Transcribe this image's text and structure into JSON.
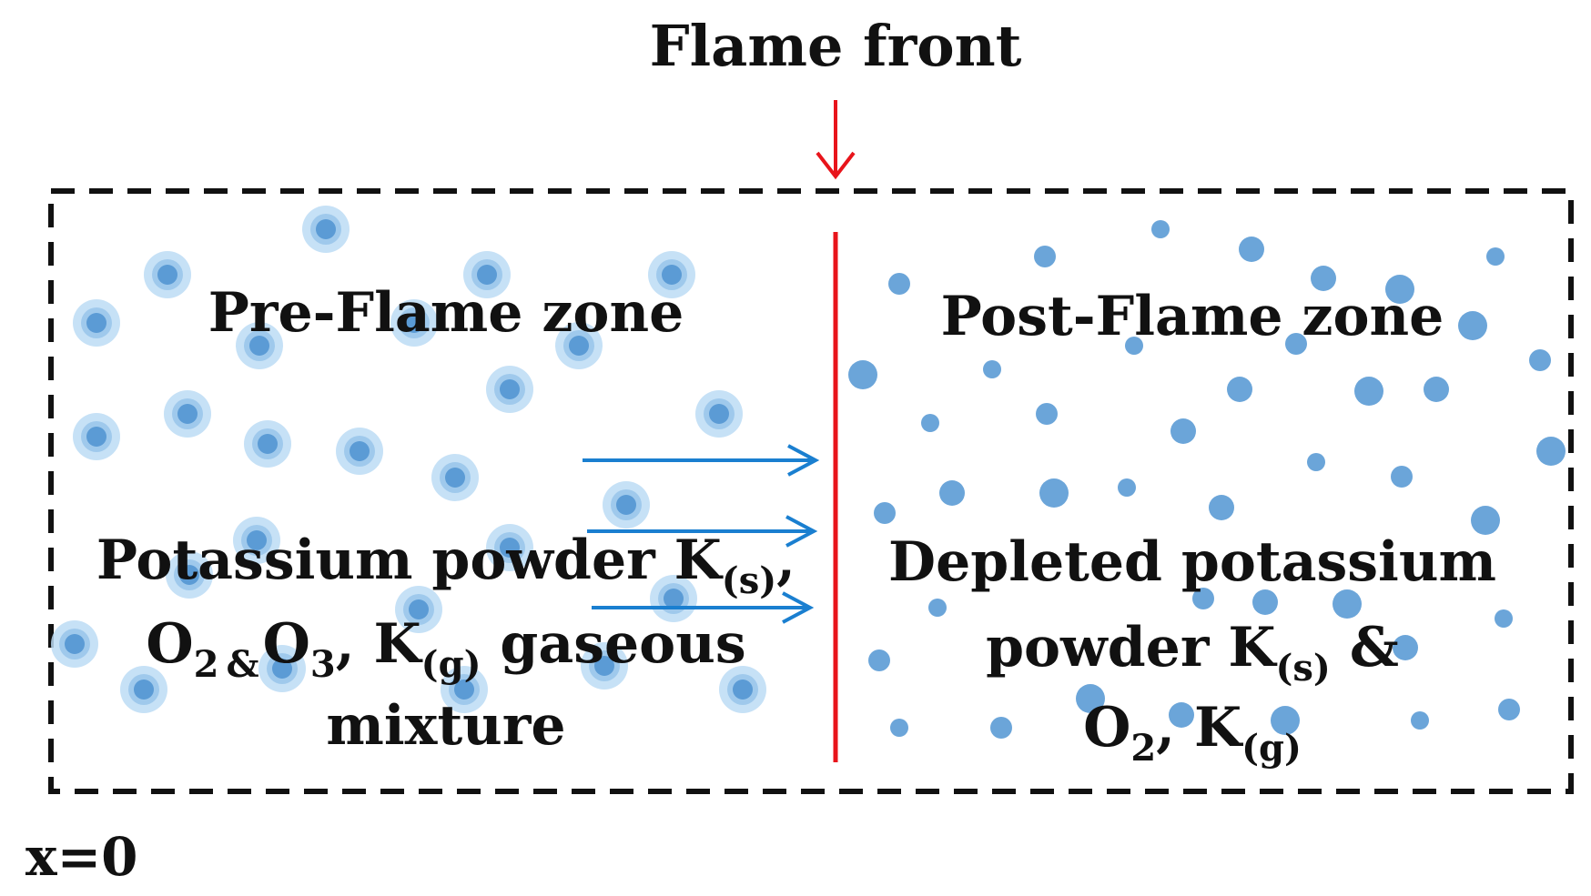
{
  "title": "Flame front",
  "origin_label": "x=0",
  "zones": {
    "pre_flame": {
      "heading": "Pre-Flame zone",
      "description": {
        "line1_main": "Potassium powder K",
        "line1_sub": "(s)",
        "line1_end": ",",
        "line2_o": "O",
        "line2_o2_sub": "2",
        "line2_amp": "&",
        "line2_o3": "O",
        "line2_o3_sub": "3",
        "line2_k": ", K",
        "line2_k_sub": "(g)",
        "line2_end": " gaseous",
        "line3": "mixture"
      }
    },
    "post_flame": {
      "heading": "Post-Flame zone",
      "description": {
        "line1": "Depleted potassium",
        "line2_main": "powder K",
        "line2_sub": "(s)",
        "line2_end": " &",
        "line3_o": "O",
        "line3_o_sub": "2",
        "line3_k": ", K",
        "line3_k_sub": "(g)"
      }
    }
  },
  "colors": {
    "flame_front": "#e8141b",
    "flow_arrows": "#1a7fd0",
    "particle": "#5b9bd5",
    "particle_halo": "#bcdcf5",
    "border": "#111111"
  },
  "icons": {
    "flame_pointer": "arrow-down-icon",
    "flow": "arrow-right-icon",
    "particle": "particle-dot-icon"
  }
}
